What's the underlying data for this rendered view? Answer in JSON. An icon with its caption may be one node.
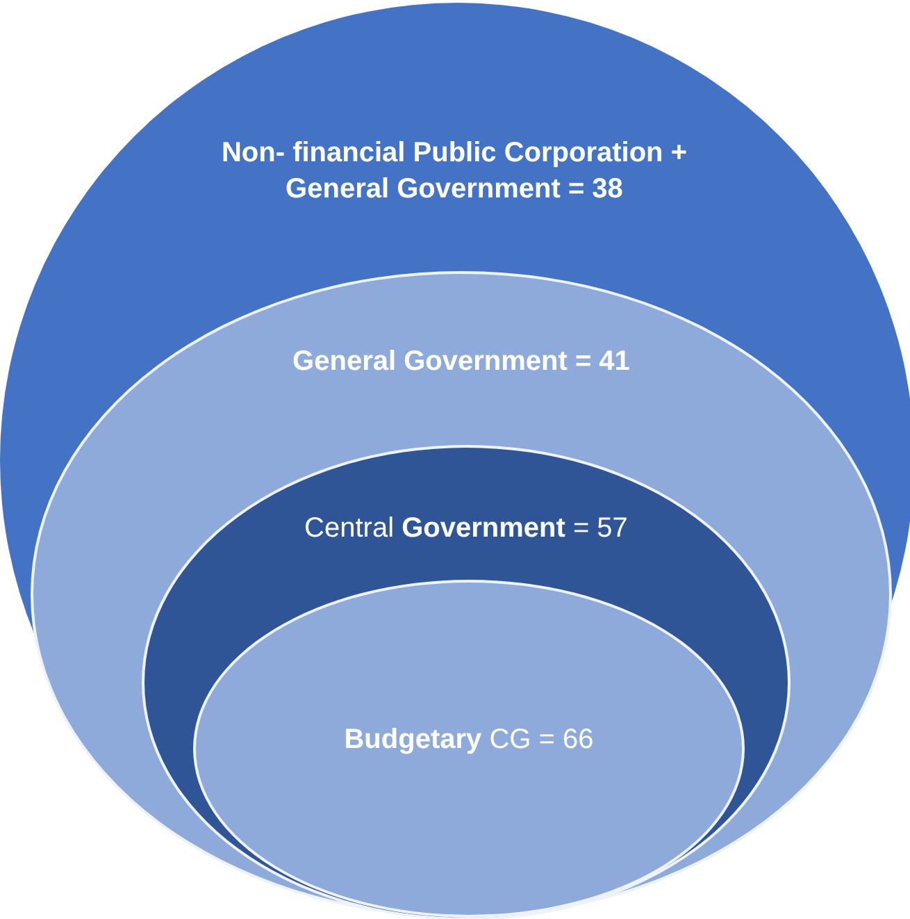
{
  "diagram": {
    "nodes": [
      {
        "text": [
          "Non- financial Public Corporation + General Government = 38"
        ]
      },
      {
        "text": [
          "General Government = 41"
        ],
        "in": 0
      },
      {
        "text": [
          "Central **Government** = 57"
        ],
        "in": 1
      },
      {
        "text": [
          "**Budgetary** CG = 66"
        ],
        "in": 2
      }
    ]
  }
}
